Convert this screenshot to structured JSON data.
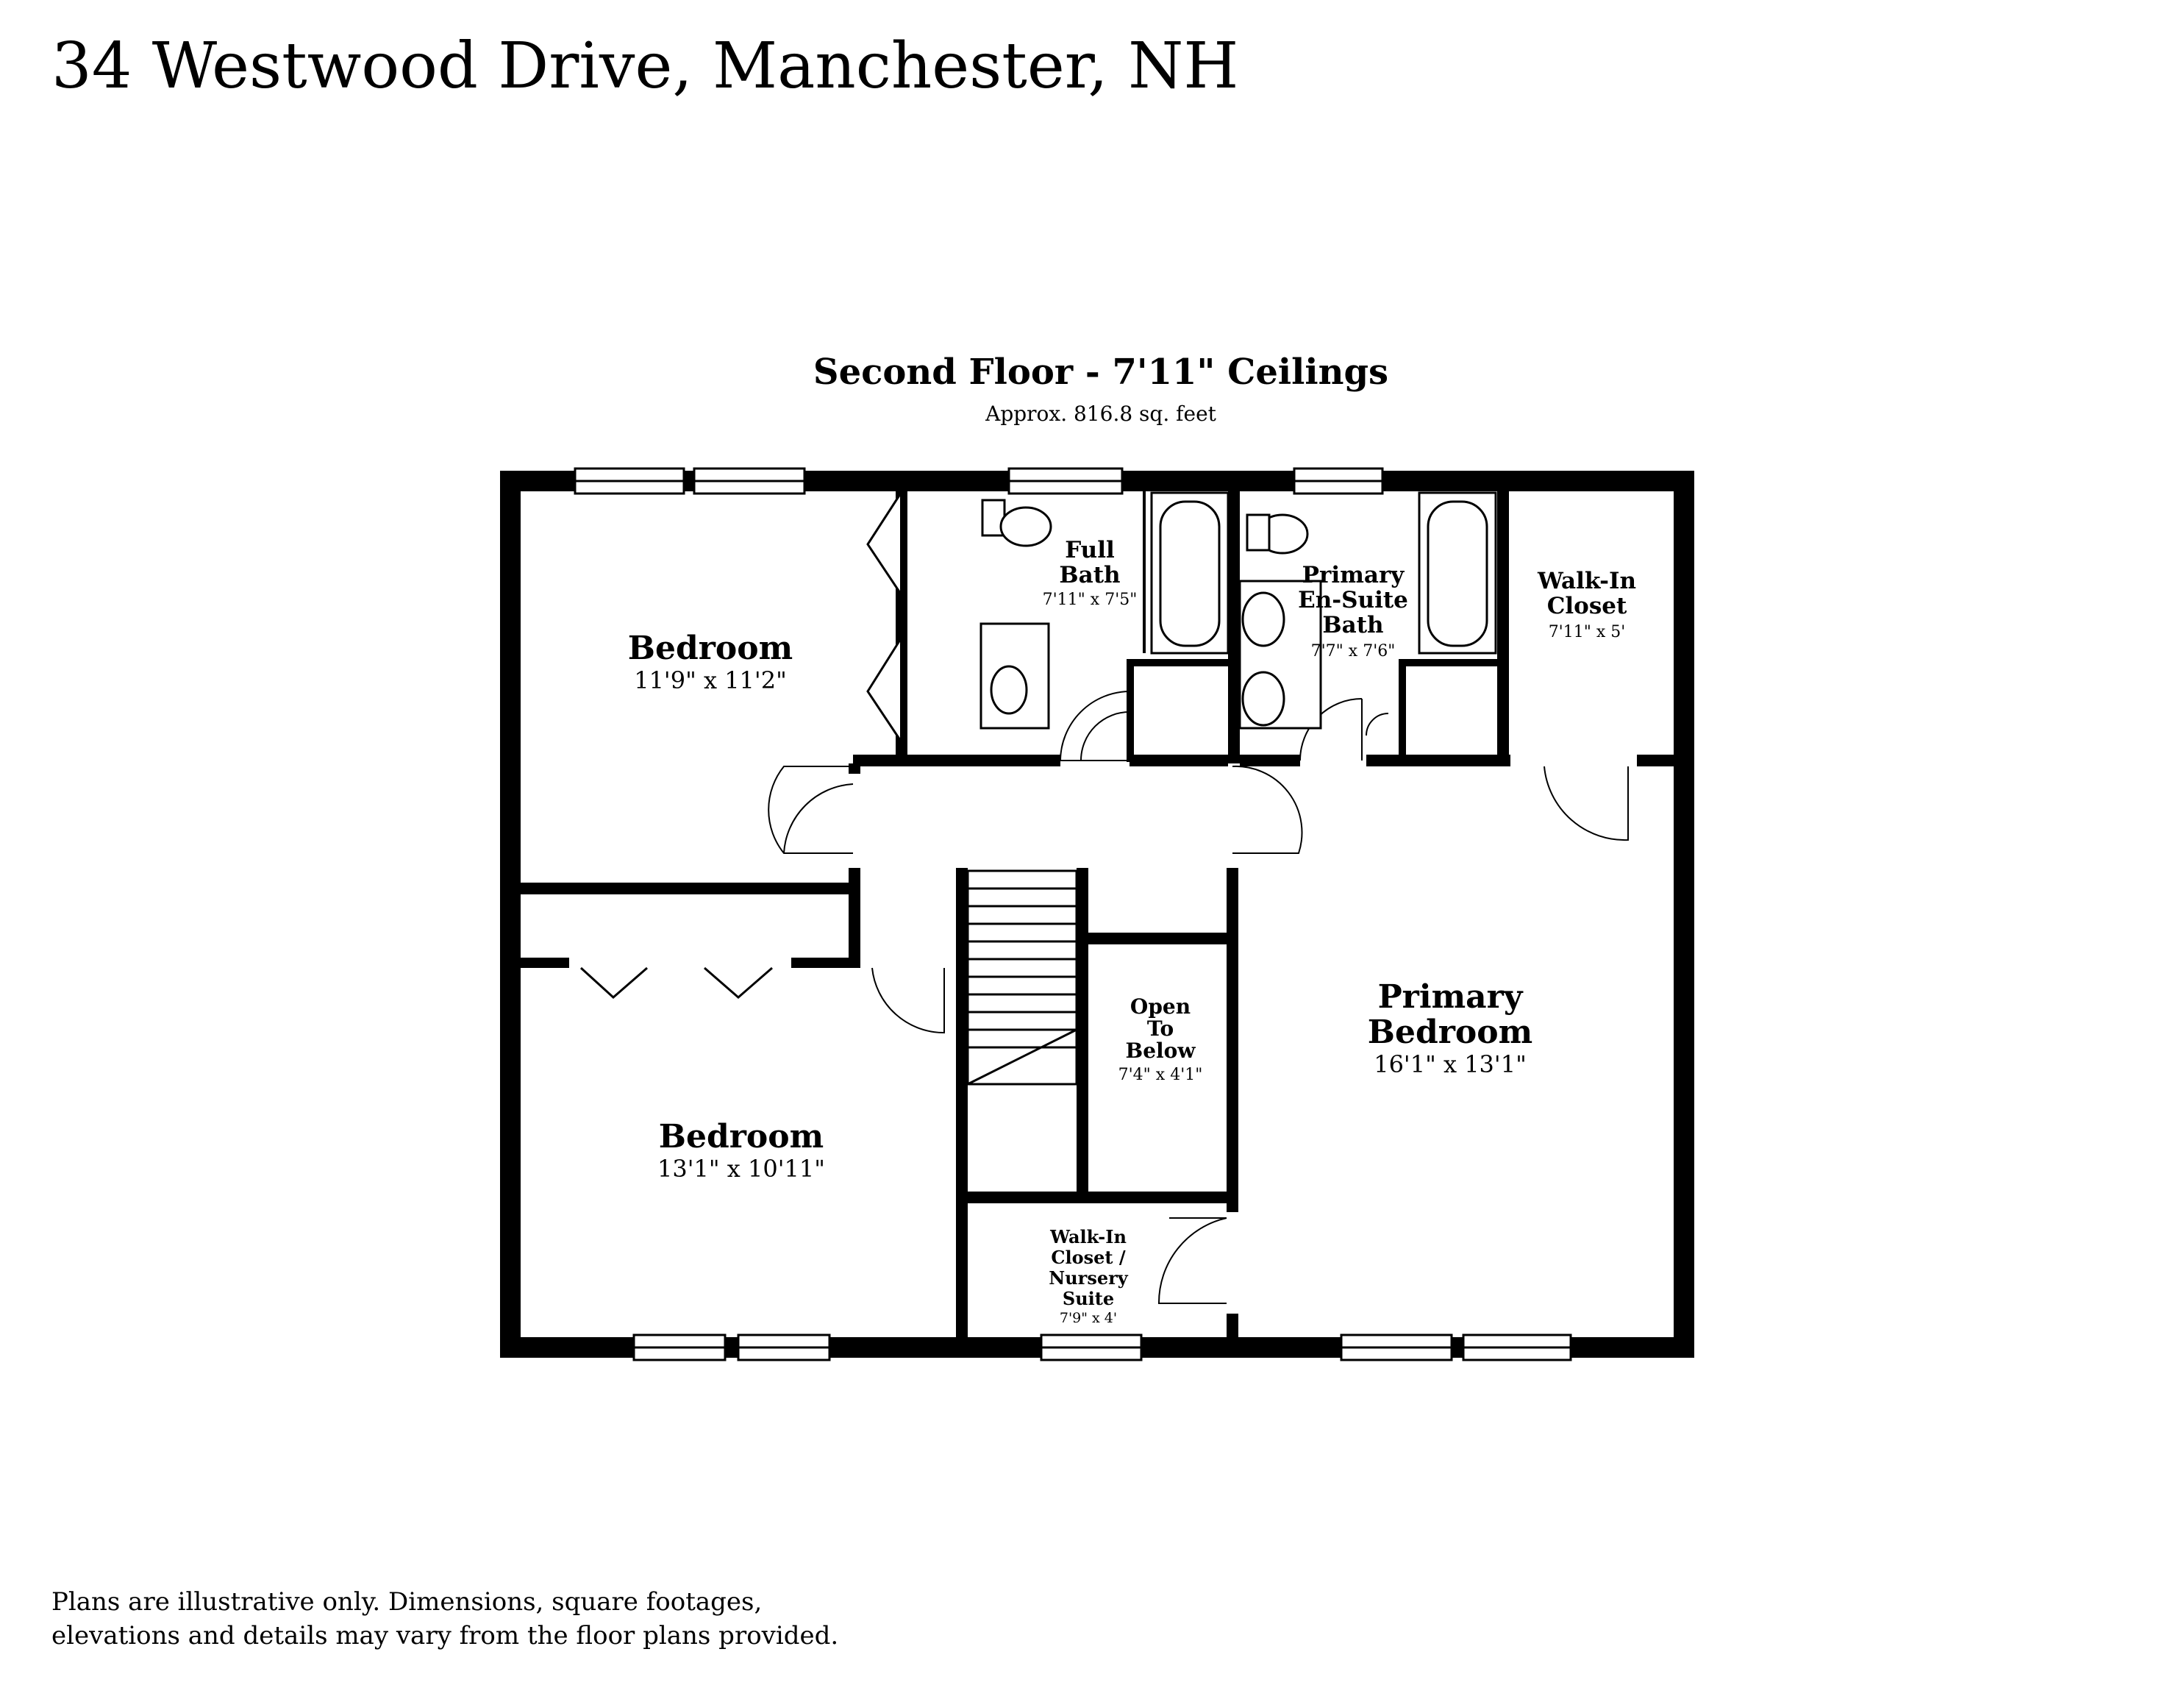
{
  "address": "34 Westwood Drive, Manchester, NH",
  "floor": {
    "title": "Second Floor - 7'11\" Ceilings",
    "area": "Approx. 816.8 sq. feet"
  },
  "rooms": {
    "bedroom_top": {
      "name": "Bedroom",
      "dims": "11'9\" x 11'2\""
    },
    "full_bath": {
      "name_1": "Full",
      "name_2": "Bath",
      "dims": "7'11\" x 7'5\""
    },
    "ensuite": {
      "name_1": "Primary",
      "name_2": "En-Suite",
      "name_3": "Bath",
      "dims": "7'7\" x 7'6\""
    },
    "walkin_closet": {
      "name_1": "Walk-In",
      "name_2": "Closet",
      "dims": "7'11\" x 5'"
    },
    "open_below": {
      "name_1": "Open",
      "name_2": "To",
      "name_3": "Below",
      "dims": "7'4\" x 4'1\""
    },
    "primary_bedroom": {
      "name_1": "Primary",
      "name_2": "Bedroom",
      "dims": "16'1\" x 13'1\""
    },
    "bedroom_bottom": {
      "name": "Bedroom",
      "dims": "13'1\" x 10'11\""
    },
    "nursery": {
      "name_1": "Walk-In",
      "name_2": "Closet /",
      "name_3": "Nursery",
      "name_4": "Suite",
      "dims": "7'9\" x 4'"
    }
  },
  "disclaimer": {
    "line1": "Plans are illustrative only. Dimensions, square footages,",
    "line2": "elevations and details may vary from the floor plans provided."
  }
}
